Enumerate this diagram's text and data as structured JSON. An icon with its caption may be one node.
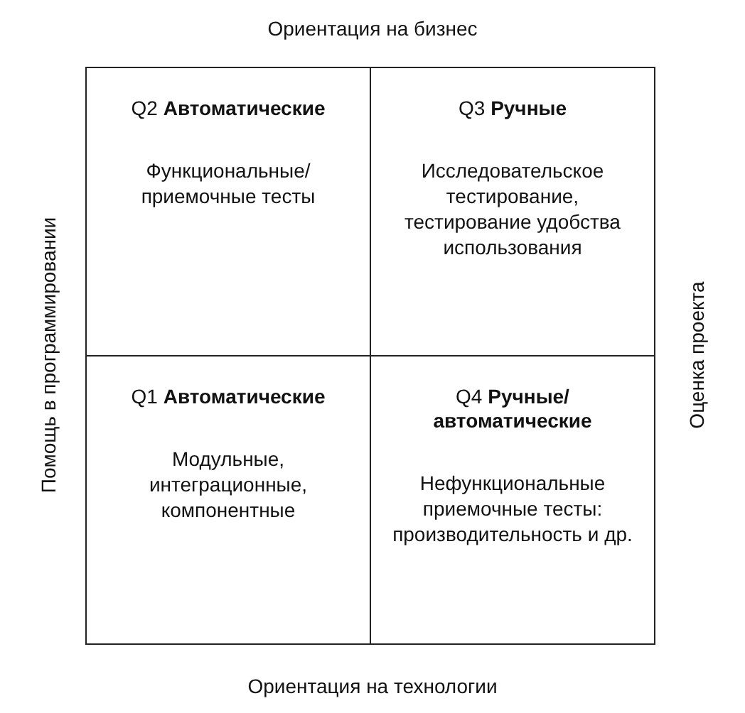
{
  "diagram": {
    "nodes": [
      {
        "text": [
          "Q2 **Автоматические**",
          "Функциональные/ приемочные тесты"
        ]
      },
      {
        "text": [
          "Q3 **Ручные**",
          "Исследовательское тестирование, тестирование удобства использования"
        ]
      },
      {
        "text": [
          "Q1 **Автоматические**",
          "Модульные, интеграционные, компонентные"
        ]
      },
      {
        "text": [
          "Q4 **Ручные/ автоматические**",
          "Нефункциональные приемочные тесты: производительность и др."
        ]
      }
    ],
    "labels": [
      "Ориентация на бизнес",
      "Помощь в программировании",
      "Оценка проекта",
      "Ориентация на технологии"
    ]
  }
}
